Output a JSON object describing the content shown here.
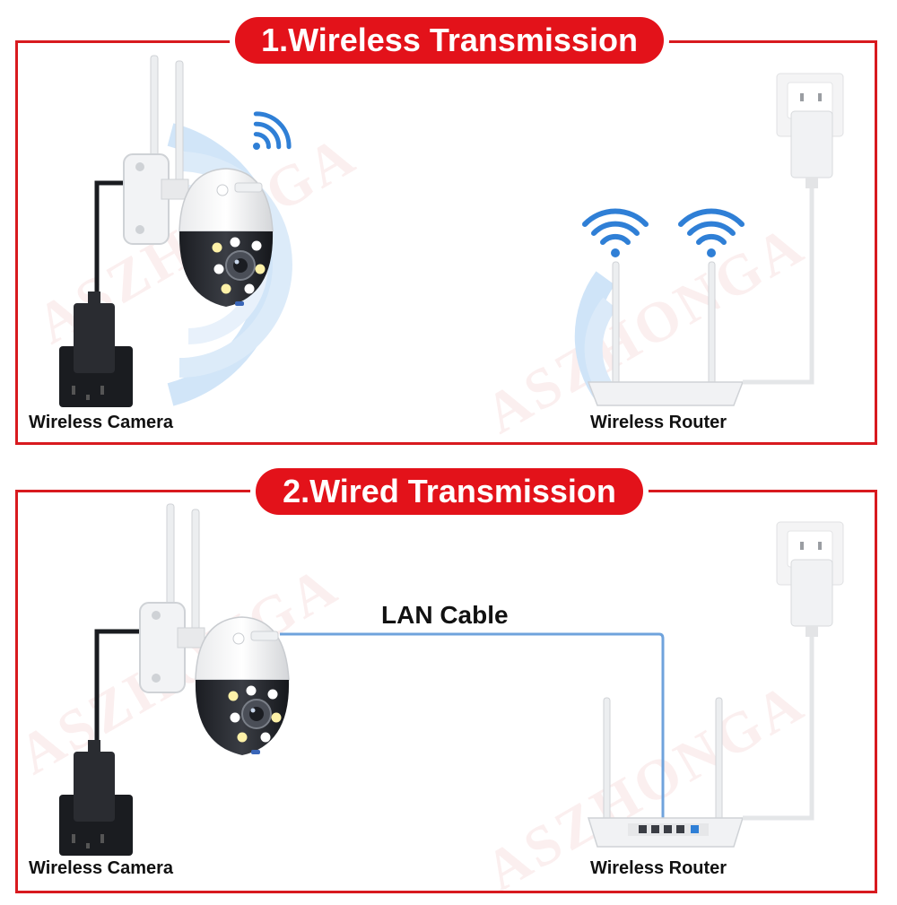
{
  "section1": {
    "title": "1.Wireless Transmission",
    "camera_label": "Wireless Camera",
    "router_label": "Wireless Router"
  },
  "section2": {
    "title": "2.Wired Transmission",
    "camera_label": "Wireless Camera",
    "router_label": "Wireless Router",
    "cable_label": "LAN Cable"
  },
  "watermark": "ASZHONGA",
  "colors": {
    "frame": "#d81a1f",
    "title_bg": "#e3121a",
    "wifi": "#2f7fd6",
    "signal_arc": "#cfe4f8"
  },
  "icons": [
    "camera",
    "wall-socket",
    "power-adapter",
    "wifi-signal",
    "router"
  ]
}
